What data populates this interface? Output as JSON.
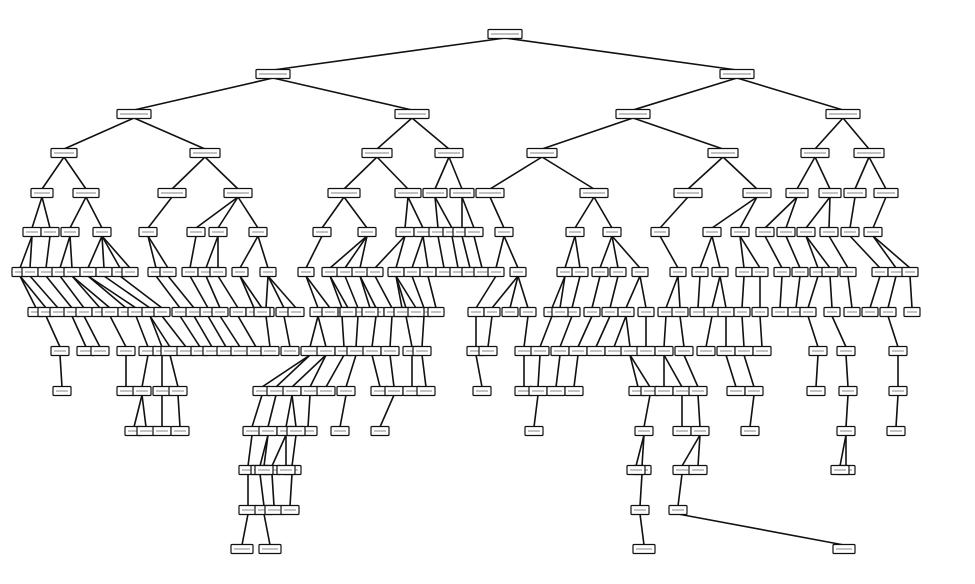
{
  "diagram": {
    "type": "decision-tree",
    "edge_color": "#111111",
    "node_fill": "#ffffff",
    "node_text_legible": false,
    "level_node_counts": [
      1,
      2,
      4,
      8,
      16,
      28,
      48,
      60,
      42,
      30,
      18,
      12,
      6,
      4
    ]
  }
}
